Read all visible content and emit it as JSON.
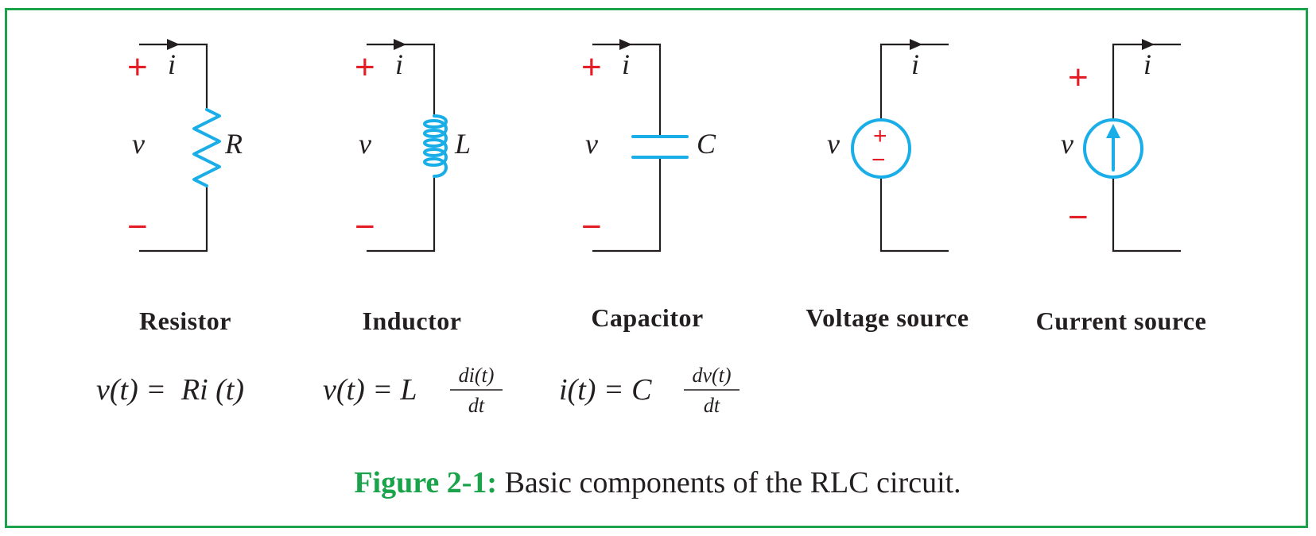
{
  "symbols": {
    "current": "i",
    "voltage": "v",
    "plus": "+",
    "minus": "−"
  },
  "components": [
    {
      "name": "Resistor",
      "symbol": "R",
      "equation": "v(t) =  Ri (t)"
    },
    {
      "name": "Inductor",
      "symbol": "L",
      "equation_lhs": "v(t) = L",
      "frac_num": "di(t)",
      "frac_den": "dt"
    },
    {
      "name": "Capacitor",
      "symbol": "C",
      "equation_lhs": "i(t) = C",
      "frac_num": "dv(t)",
      "frac_den": "dt"
    },
    {
      "name": "Voltage source"
    },
    {
      "name": "Current source"
    }
  ],
  "caption": {
    "label": "Figure 2-1:",
    "text": "Basic components of the RLC circuit."
  },
  "colors": {
    "frame": "#1aa34a",
    "component": "#19aee8",
    "polarity": "#e41e26",
    "wire": "#231f20"
  }
}
